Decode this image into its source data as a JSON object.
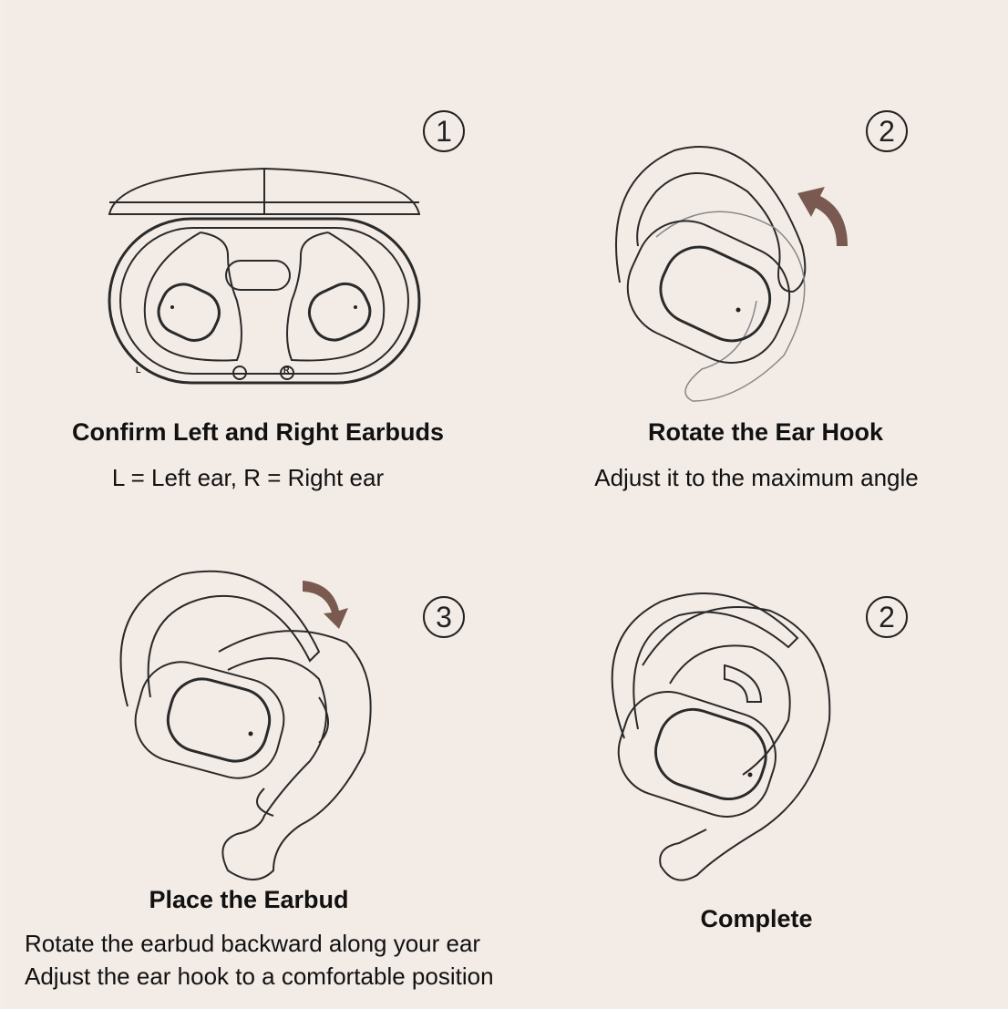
{
  "steps": [
    {
      "number": "1",
      "title": "Confirm Left and Right Earbuds",
      "subtitle": "L = Left ear, R = Right ear",
      "case_labels": [
        "L",
        "R"
      ]
    },
    {
      "number": "2",
      "title": "Rotate the Ear Hook",
      "subtitle": "Adjust it to the maximum angle"
    },
    {
      "number": "3",
      "title": "Place the Earbud",
      "subtitle_lines": [
        "Rotate the earbud backward along your ear",
        "Adjust the ear hook to a comfortable position"
      ]
    },
    {
      "number": "2",
      "title": "Complete"
    }
  ],
  "colors": {
    "background": "#f3ebe6",
    "arrow": "#7a5a50",
    "line": "#2a2a2a"
  }
}
